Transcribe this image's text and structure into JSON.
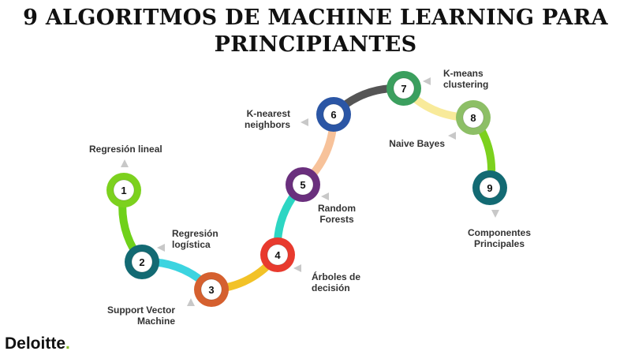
{
  "title": {
    "line1": "9 ALGORITMOS DE MACHINE LEARNING  PARA",
    "line2": "PRINCIPIANTES"
  },
  "steps": [
    {
      "number": "1",
      "label": [
        "Regresión lineal"
      ],
      "color": "#7cd11e"
    },
    {
      "number": "2",
      "label": [
        "Regresión",
        "logística"
      ],
      "color": "#136a73"
    },
    {
      "number": "3",
      "label": [
        "Support Vector",
        "Machine"
      ],
      "color": "#d5602f"
    },
    {
      "number": "4",
      "label": [
        "Árboles de",
        "decisión"
      ],
      "color": "#e83a2e"
    },
    {
      "number": "5",
      "label": [
        "Random",
        "Forests"
      ],
      "color": "#6a2f7d"
    },
    {
      "number": "6",
      "label": [
        "K-nearest",
        "neighbors"
      ],
      "color": "#2b56a5"
    },
    {
      "number": "7",
      "label": [
        "K-means",
        "clustering"
      ],
      "color": "#3b9f5e"
    },
    {
      "number": "8",
      "label": [
        "Naive Bayes"
      ],
      "color": "#8dbf66"
    },
    {
      "number": "9",
      "label": [
        "Componentes",
        "Principales"
      ],
      "color": "#136a73"
    }
  ],
  "connector_colors": [
    "#6fd11a",
    "#3cd4e0",
    "#f2c227",
    "#2dd6c3",
    "#f7c29a",
    "#555555",
    "#f8ea9a",
    "#7cd11e"
  ],
  "marker_color": "#c8c8c8",
  "logo": {
    "text": "Deloitte",
    "dot": ".",
    "dot_color": "#86bc25"
  }
}
